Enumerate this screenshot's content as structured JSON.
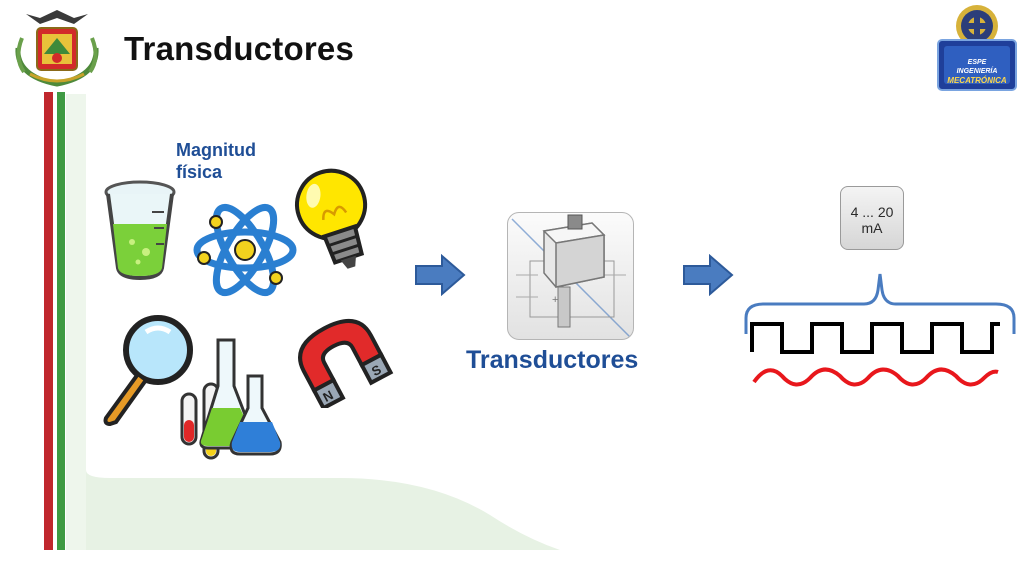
{
  "title": "Transductores",
  "diagram": {
    "input_label": "Magnitud física",
    "device_label": "Transductores",
    "signal_label": "4 ... 20 mA"
  },
  "logos": {
    "left_icon": "coat-of-arms-icon",
    "right_lines": [
      "ESPE",
      "INGENIERÍA",
      "MECATRÓNICA"
    ]
  },
  "colors": {
    "arrow": "#4a7cc0",
    "title_text": "#111111",
    "label_text": "#1f4e96",
    "red_stripe": "#c0272d",
    "green_stripe": "#3f9a43",
    "bg_curve": "#e7f2e4",
    "bracket": "#4a7cc0",
    "square_wave": "#000000",
    "sine_wave": "#e8171c"
  },
  "icons": [
    "beaker-icon",
    "atom-icon",
    "light-bulb-icon",
    "magnifying-glass-icon",
    "flasks-icon",
    "magnet-icon",
    "sensor-icon"
  ]
}
